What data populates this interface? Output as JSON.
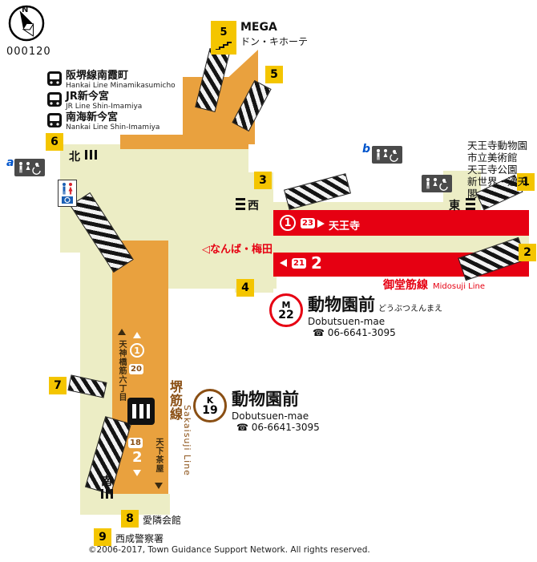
{
  "header": {
    "map_id": "000120",
    "compass_n": "N"
  },
  "mega": {
    "title": "MEGA",
    "subtitle": "ドン・キホーテ"
  },
  "connections": [
    {
      "jp": "阪堺線南霞町",
      "en": "Hankai Line Minamikasumicho"
    },
    {
      "jp": "JR新今宮",
      "en": "JR Line Shin-Imamiya"
    },
    {
      "jp": "南海新今宮",
      "en": "Nankai Line Shin-Imamiya"
    }
  ],
  "exits": {
    "top5": "5",
    "side5": "5",
    "n6": "6",
    "n3": "3",
    "n1": "1",
    "n2": "2",
    "n4": "4",
    "n7": "7",
    "n8": "8",
    "n9": "9"
  },
  "gates": {
    "north": "北",
    "west": "西",
    "east": "東",
    "south": "南"
  },
  "area_labels": {
    "a": "a",
    "b": "b"
  },
  "midosuji": {
    "name_jp": "御堂筋線",
    "name_en": "Midosuji Line",
    "platform1": "1",
    "car_badge1": "23",
    "direction1": "天王寺",
    "platform2": "2",
    "car_badge2": "21",
    "direction2": "◁なんば・梅田"
  },
  "station_m": {
    "line_letter": "M",
    "station_number": "22",
    "name_jp": "動物園前",
    "name_kana": "どうぶつえんまえ",
    "name_en": "Dobutsuen-mae",
    "phone": "☎ 06-6641-3095"
  },
  "station_k": {
    "line_letter": "K",
    "station_number": "19",
    "name_jp": "動物園前",
    "name_en": "Dobutsuen-mae",
    "phone": "☎ 06-6641-3095"
  },
  "sakaisuji": {
    "name_jp": "堺筋線",
    "name_en": "Sakaisuji Line",
    "platform1": "1",
    "car_badge1": "20",
    "direction1": "天神橋筋六丁目",
    "platform2": "2",
    "car_badge2": "18",
    "direction2": "天下茶屋"
  },
  "nearby_right": [
    "天王寺動物園",
    "市立美術館",
    "天王寺公園",
    "新世界・通天閣"
  ],
  "nearby_bottom": {
    "exit8": "愛隣会館",
    "exit9": "西成警察署"
  },
  "footer": {
    "copyright": "©2006-2017, Town Guidance Support Network. All rights reserved."
  },
  "colors": {
    "midosuji_red": "#e60012",
    "sakaisuji_brown": "#8a4f14",
    "exit_yellow": "#f4c500",
    "concourse_beige": "#ecedc5",
    "platform_orange": "#e9a13e"
  }
}
